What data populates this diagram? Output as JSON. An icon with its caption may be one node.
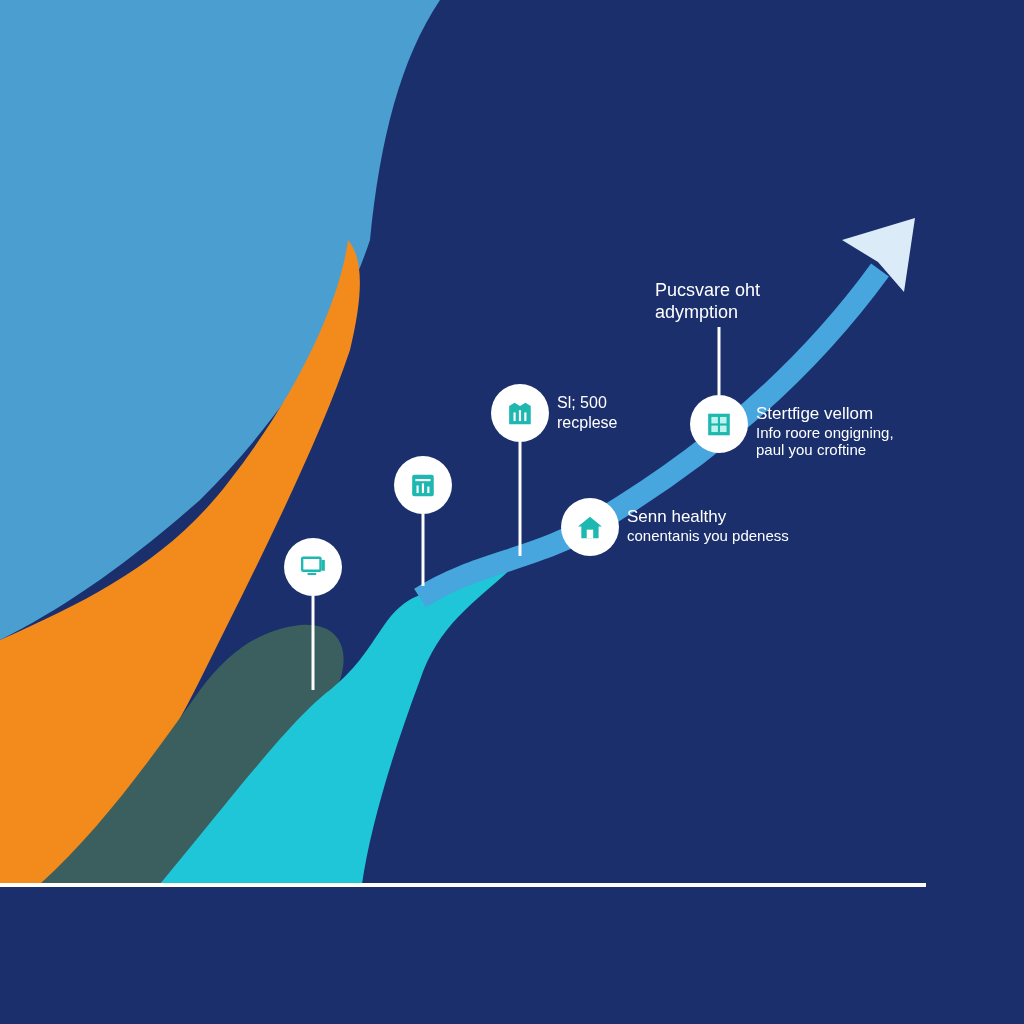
{
  "diagram": {
    "nodes": [
      {
        "text": [],
        "shape": "circle"
      },
      {
        "text": [],
        "shape": "circle"
      },
      {
        "text": [],
        "shape": "circle",
        "beside": [
          "Sl; 500 recplese"
        ]
      },
      {
        "text": [],
        "shape": "circle",
        "beside": [
          "Senn healthy",
          "conentanis you pdeness"
        ]
      },
      {
        "text": [],
        "shape": "circle",
        "beside": [
          "Stertfige vellom",
          "Info roore ongigning, paul you croftine"
        ]
      },
      {
        "text": [
          "Pucsvare oht adymption"
        ]
      }
    ],
    "edges": [
      {
        "from": 0,
        "to": null,
        "arrow": "none"
      },
      {
        "from": 1,
        "to": null,
        "arrow": "none"
      },
      {
        "from": 2,
        "to": null,
        "arrow": "none"
      },
      {
        "from": 5,
        "to": 4,
        "arrow": "none"
      }
    ]
  }
}
